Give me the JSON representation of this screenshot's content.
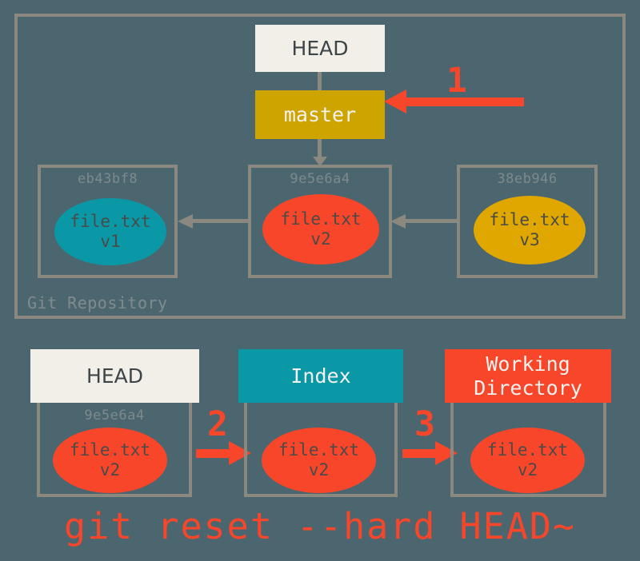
{
  "background_color": "#4b666f",
  "palette": {
    "background": "#4b666f",
    "border_gray": "#8b8880",
    "label_gray": "#7d8a8c",
    "cream": "#f1efe7",
    "gold": "#cda400",
    "teal": "#0a98a6",
    "orange_red": "#f7462a",
    "blob_gold": "#dfa700",
    "text_dark": "#4a4a48"
  },
  "repository": {
    "label": "Git Repository",
    "head_box": {
      "label": "HEAD"
    },
    "master_box": {
      "label": "master"
    },
    "commits": [
      {
        "sha": "eb43bf8",
        "file": "file.txt",
        "version": "v1",
        "color": "#0a98a6"
      },
      {
        "sha": "9e5e6a4",
        "file": "file.txt",
        "version": "v2",
        "color": "#f7462a"
      },
      {
        "sha": "38eb946",
        "file": "file.txt",
        "version": "v3",
        "color": "#dfa700"
      }
    ]
  },
  "stages": [
    {
      "title": "HEAD",
      "sha": "9e5e6a4",
      "file": "file.txt",
      "version": "v2",
      "header_color": "#f1efe7",
      "blob_color": "#f7462a"
    },
    {
      "title": "Index",
      "sha": "",
      "file": "file.txt",
      "version": "v2",
      "header_color": "#0a98a6",
      "blob_color": "#f7462a"
    },
    {
      "title": "Working\nDirectory",
      "sha": "",
      "file": "file.txt",
      "version": "v2",
      "header_color": "#f7462a",
      "blob_color": "#f7462a"
    }
  ],
  "steps": [
    {
      "number": "1",
      "direction": "left",
      "target": "master"
    },
    {
      "number": "2",
      "direction": "right",
      "target": "Index"
    },
    {
      "number": "3",
      "direction": "right",
      "target": "Working Directory"
    }
  ],
  "command": "git reset --hard HEAD~"
}
